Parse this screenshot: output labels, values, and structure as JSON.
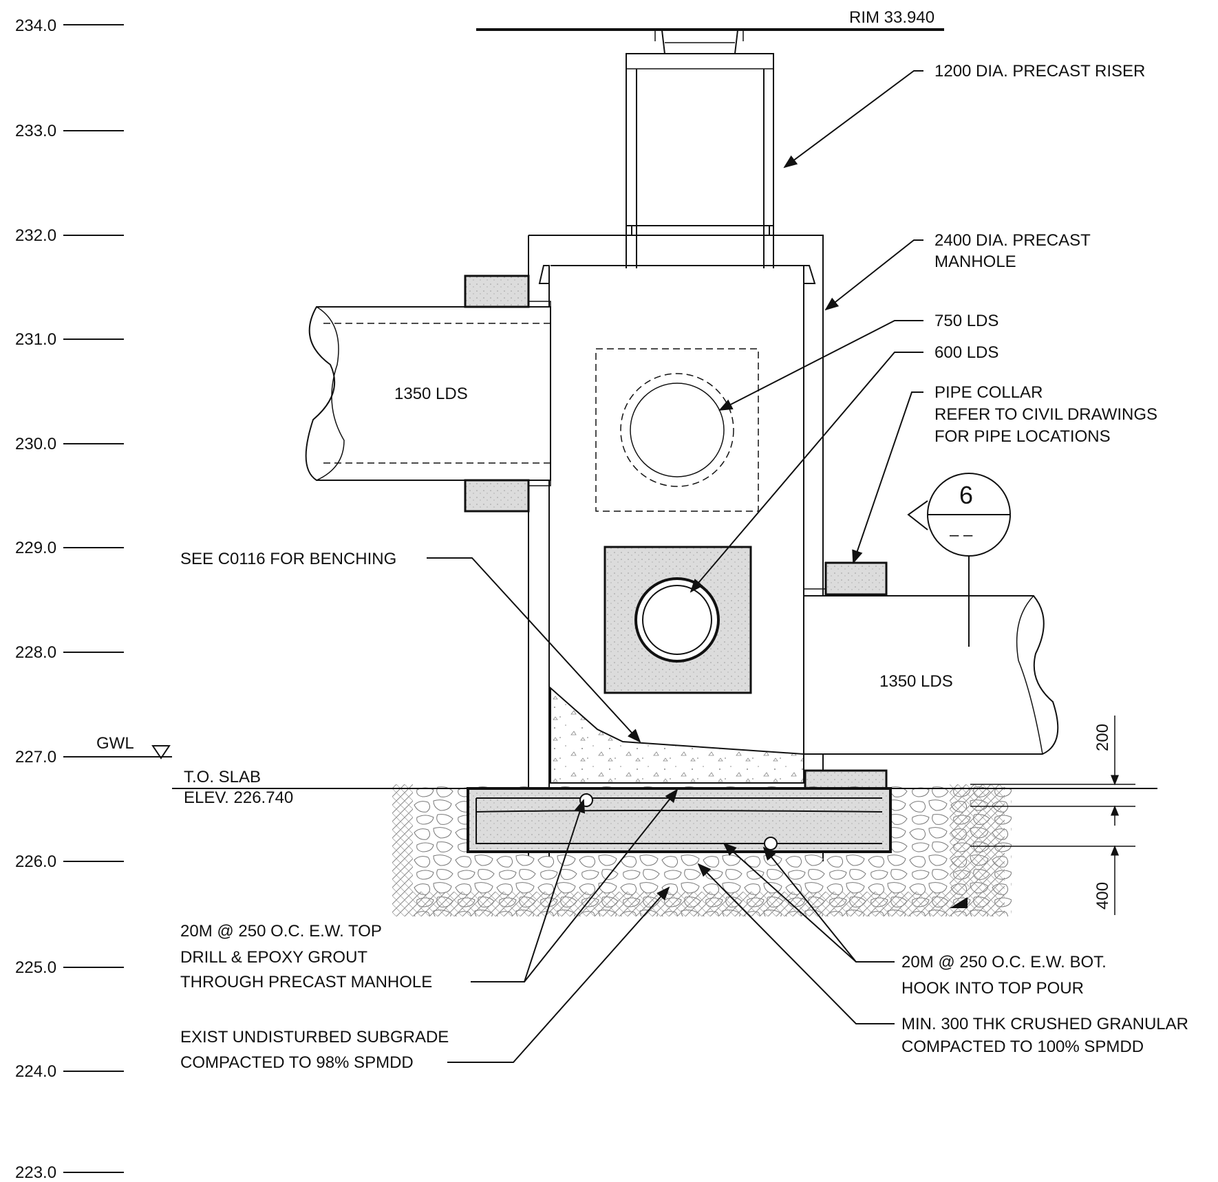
{
  "elevations": [
    "234.0",
    "233.0",
    "232.0",
    "231.0",
    "230.0",
    "229.0",
    "228.0",
    "227.0",
    "226.0",
    "225.0",
    "224.0",
    "223.0"
  ],
  "rim_label": "RIM 33.940",
  "gwl_label": "GWL",
  "slab": {
    "line1": "T.O. SLAB",
    "line2": "ELEV. 226.740"
  },
  "pipes": {
    "left": "1350 LDS",
    "right": "1350 LDS"
  },
  "callouts": {
    "riser": "1200 DIA. PRECAST RISER",
    "manhole_1": "2400 DIA. PRECAST",
    "manhole_2": "MANHOLE",
    "lds_750": "750 LDS",
    "lds_600": "600 LDS",
    "collar_1": "PIPE COLLAR",
    "collar_2": "REFER TO CIVIL DRAWINGS",
    "collar_3": "FOR PIPE LOCATIONS",
    "benching": "SEE C0116 FOR BENCHING",
    "top_rebar_1": "20M  @ 250 O.C. E.W. TOP",
    "top_rebar_2": "DRILL & EPOXY GROUT",
    "top_rebar_3": "THROUGH PRECAST MANHOLE",
    "bot_rebar_1": "20M  @ 250 O.C. E.W. BOT.",
    "bot_rebar_2": "HOOK INTO TOP POUR",
    "subgrade_1": "EXIST UNDISTURBED SUBGRADE",
    "subgrade_2": "COMPACTED TO 98% SPMDD",
    "granular_1": "MIN. 300 THK CRUSHED GRANULAR",
    "granular_2": "COMPACTED TO 100% SPMDD"
  },
  "section_marker": {
    "number": "6",
    "sheet": "– –"
  },
  "dimensions": {
    "d200": "200",
    "d400": "400"
  }
}
